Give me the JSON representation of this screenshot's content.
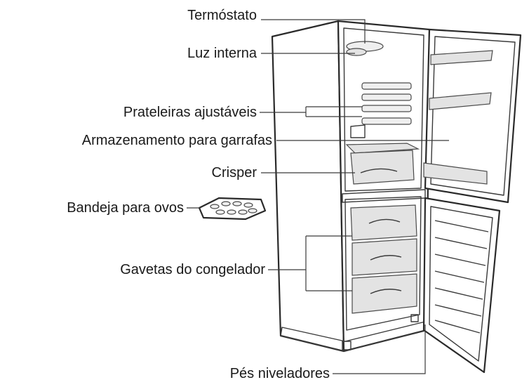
{
  "labels": {
    "thermostat": "Termóstato",
    "internal_light": "Luz interna",
    "adjustable_shelves": "Prateleiras ajustáveis",
    "bottle_storage": "Armazenamento para garrafas",
    "crisper": "Crisper",
    "egg_tray": "Bandeja para ovos",
    "freezer_drawers": "Gavetas do congelador",
    "leveling_feet": "Pés niveladores"
  },
  "colors": {
    "line": "#2a2a2a",
    "shade": "#e3e3e3",
    "text": "#1a1a1a"
  }
}
